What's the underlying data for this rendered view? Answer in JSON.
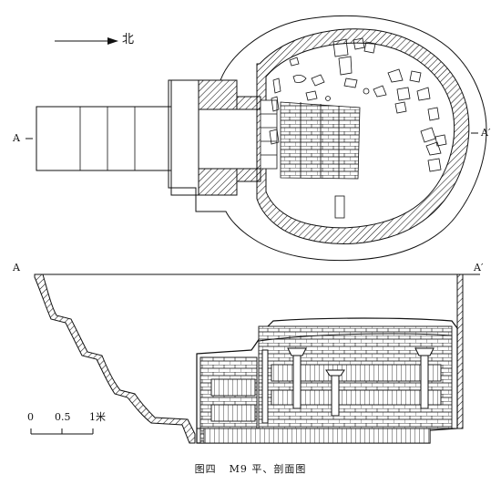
{
  "figure": {
    "caption_num": "图四",
    "caption_title": "M9 平、剖面图"
  },
  "plan": {
    "north_label": "北",
    "section_left_label": "A",
    "section_right_label": "A′"
  },
  "section": {
    "left_label": "A",
    "right_label": "A′"
  },
  "scale_bar": {
    "tick_labels": [
      "0",
      "0.5",
      "1米"
    ]
  },
  "colors": {
    "ink": "#111111",
    "paper": "#ffffff"
  }
}
